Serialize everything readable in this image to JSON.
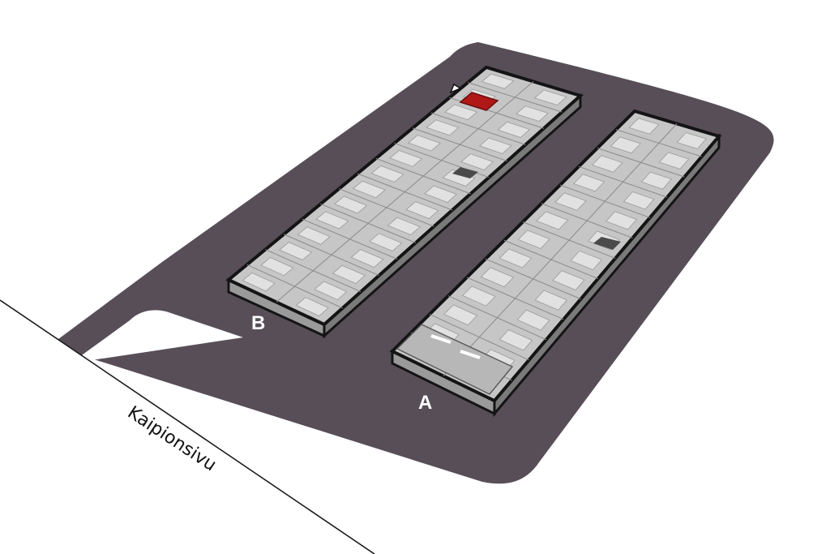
{
  "street": {
    "name": "Kaipionsivu"
  },
  "buildings": [
    {
      "id": "B",
      "label": "B",
      "highlighted_unit": true
    },
    {
      "id": "A",
      "label": "A",
      "highlighted_unit": false
    }
  ],
  "colors": {
    "lot": "#574e58",
    "roof": "#c6c6c6",
    "roof_panel": "#e1e1e1",
    "roof_line": "#8a8a8a",
    "wall": "#a9a9a9",
    "wall_dark": "#6e6e6e",
    "outline": "#141414",
    "highlight": "#b01818",
    "label": "#ffffff",
    "street_line": "#1a1a1a"
  },
  "icons": {
    "marker": "triangle-marker-icon"
  }
}
